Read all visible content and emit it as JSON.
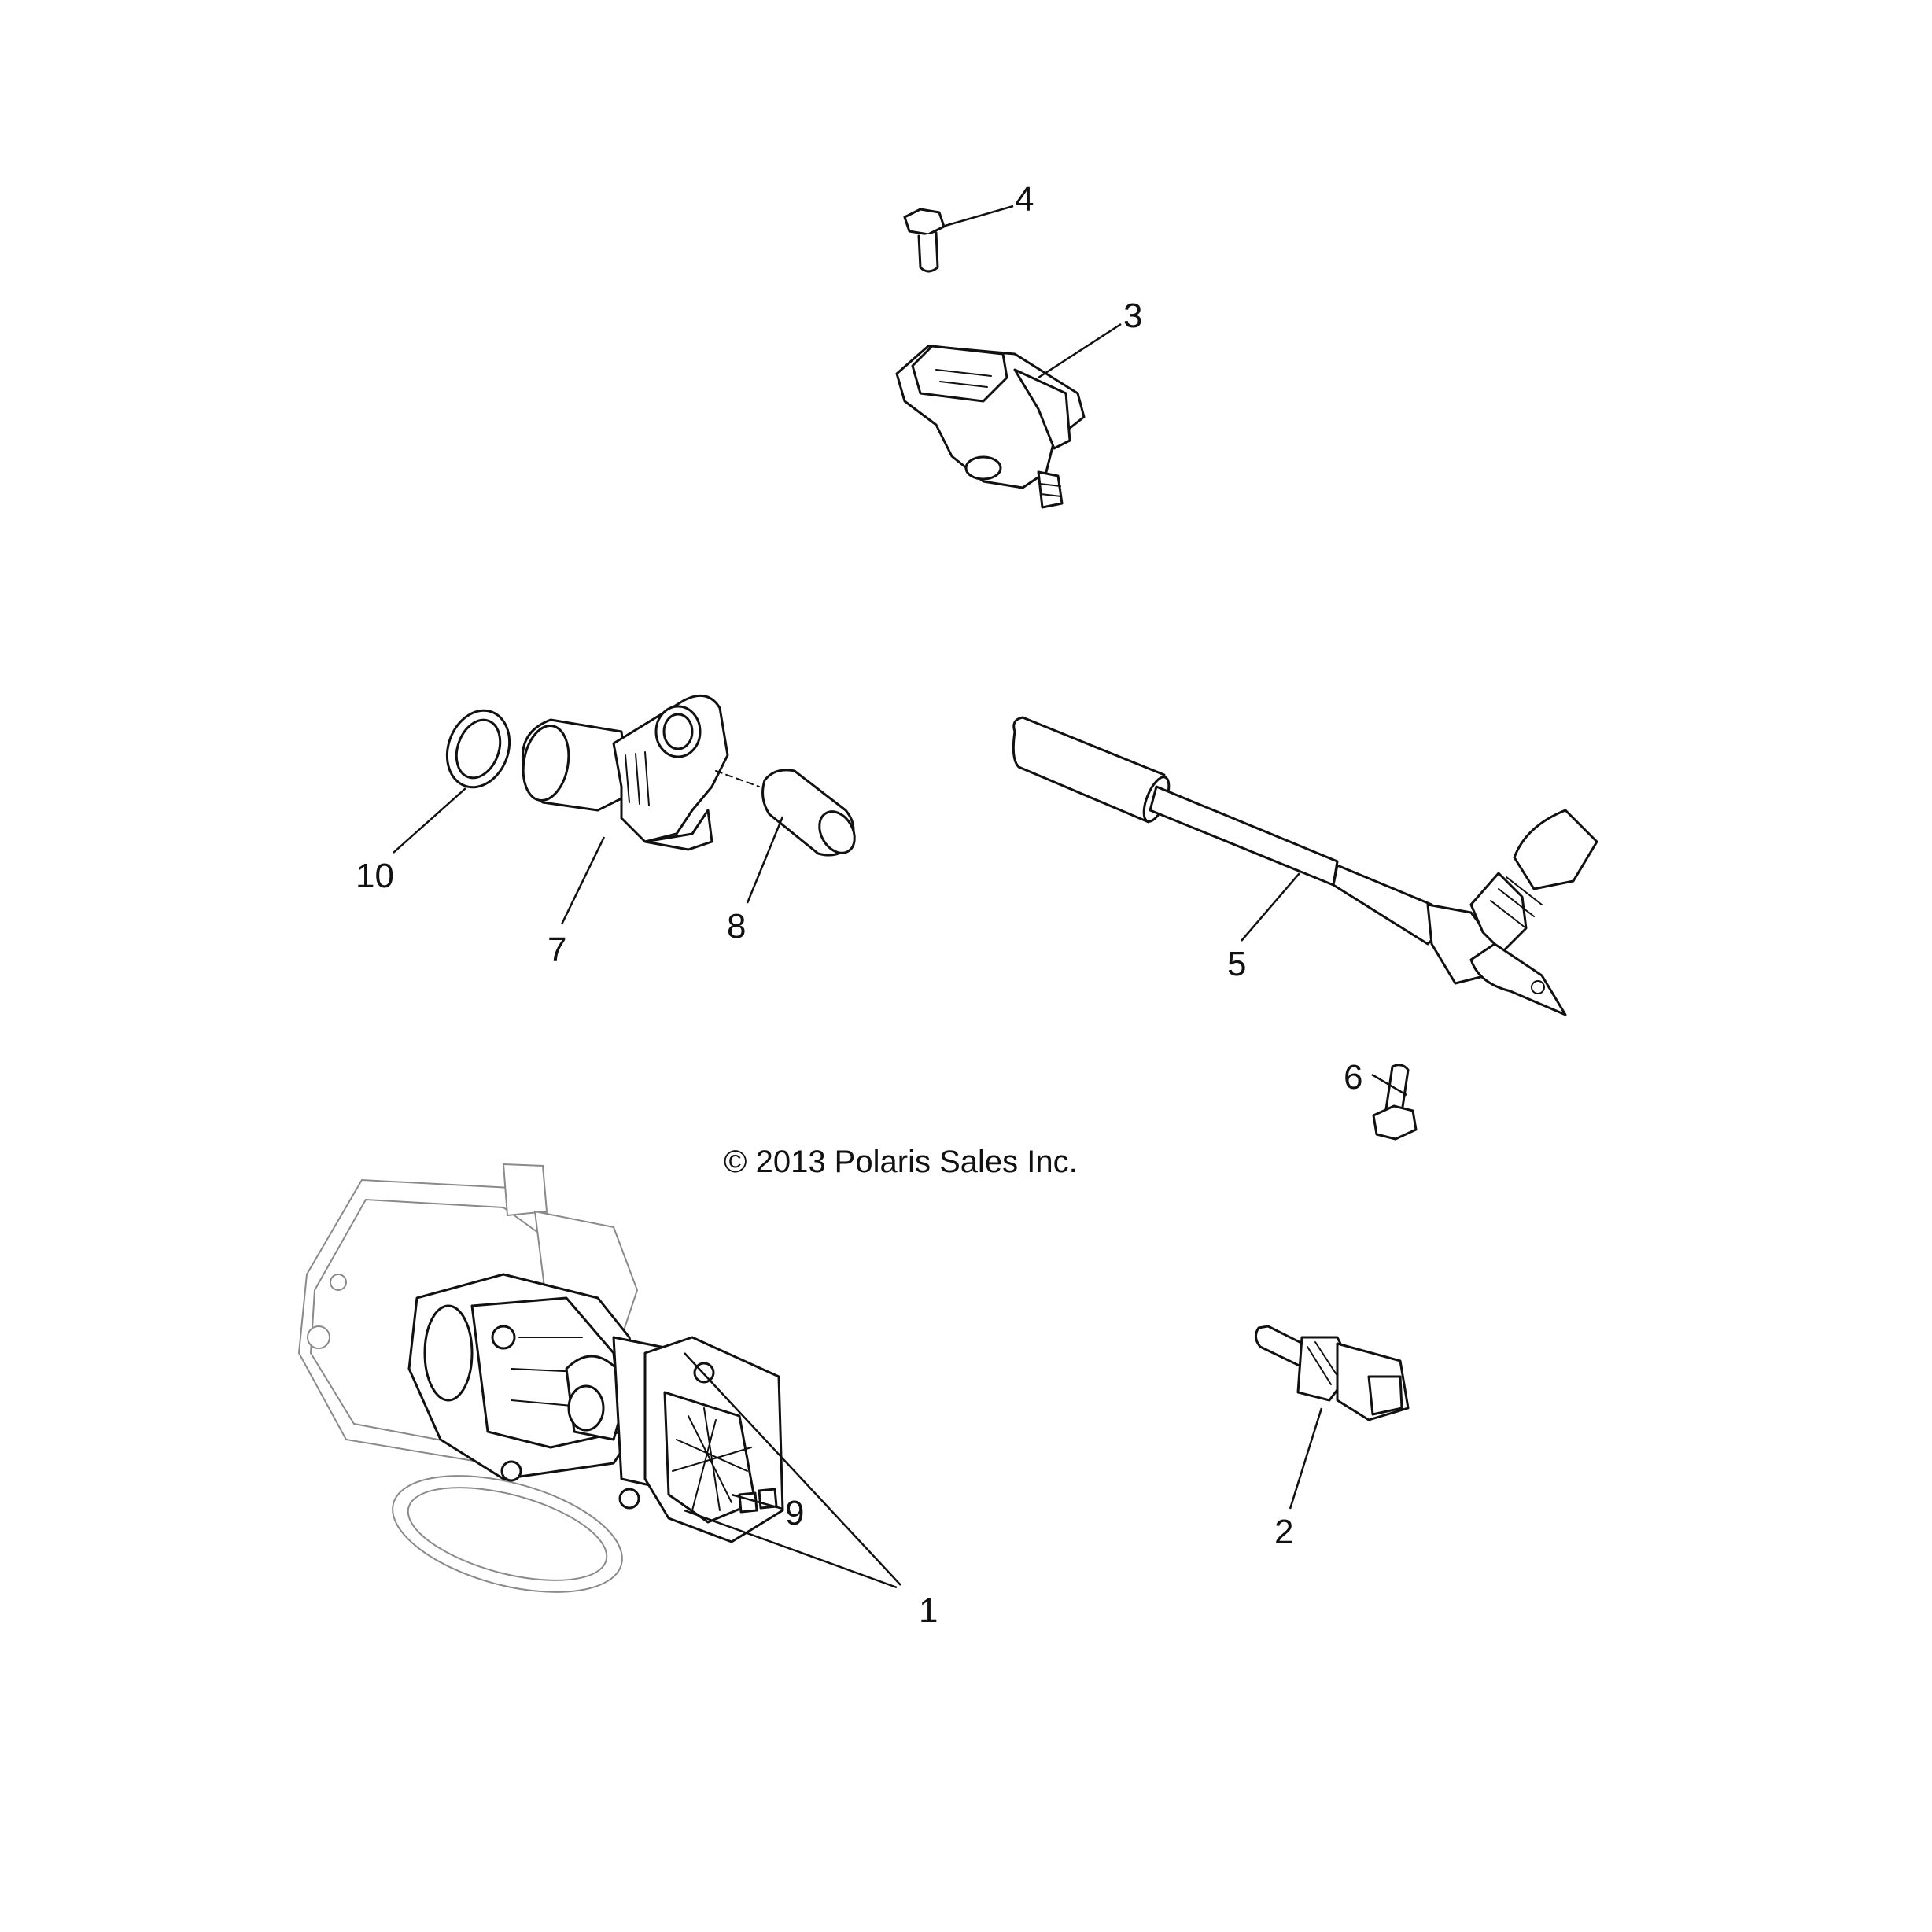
{
  "copyright": "© 2013 Polaris Sales Inc.",
  "callouts": {
    "c1": "1",
    "c2": "2",
    "c3": "3",
    "c4": "4",
    "c5": "5",
    "c6": "6",
    "c7": "7",
    "c8": "8",
    "c9": "9",
    "c10": "10"
  },
  "colors": {
    "line": "#111111",
    "background": "#ffffff"
  }
}
